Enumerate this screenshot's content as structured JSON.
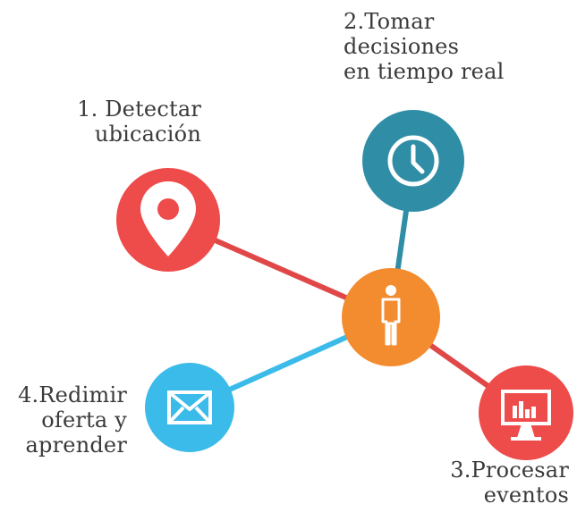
{
  "diagram": {
    "steps": [
      {
        "id": "detect",
        "lines": [
          "1. Detectar",
          "ubicación"
        ],
        "icon": "location-pin-icon",
        "color": "#ee4b4b"
      },
      {
        "id": "decide",
        "lines": [
          "2.Tomar",
          "decisiones",
          "en tiempo real"
        ],
        "icon": "clock-icon",
        "color": "#2f8ea6"
      },
      {
        "id": "process",
        "lines": [
          "3.Procesar",
          "eventos"
        ],
        "icon": "monitor-chart-icon",
        "color": "#ee4b4b"
      },
      {
        "id": "redeem",
        "lines": [
          "4.Redimir",
          "oferta y",
          "aprender"
        ],
        "icon": "envelope-icon",
        "color": "#3bbbe9"
      }
    ],
    "center": {
      "icon": "person-icon",
      "color": "#f38b2f"
    },
    "connector_colors": {
      "detect": "#e04848",
      "decide": "#2f8ea6",
      "process": "#e04848",
      "redeem": "#3bbbe9"
    }
  }
}
